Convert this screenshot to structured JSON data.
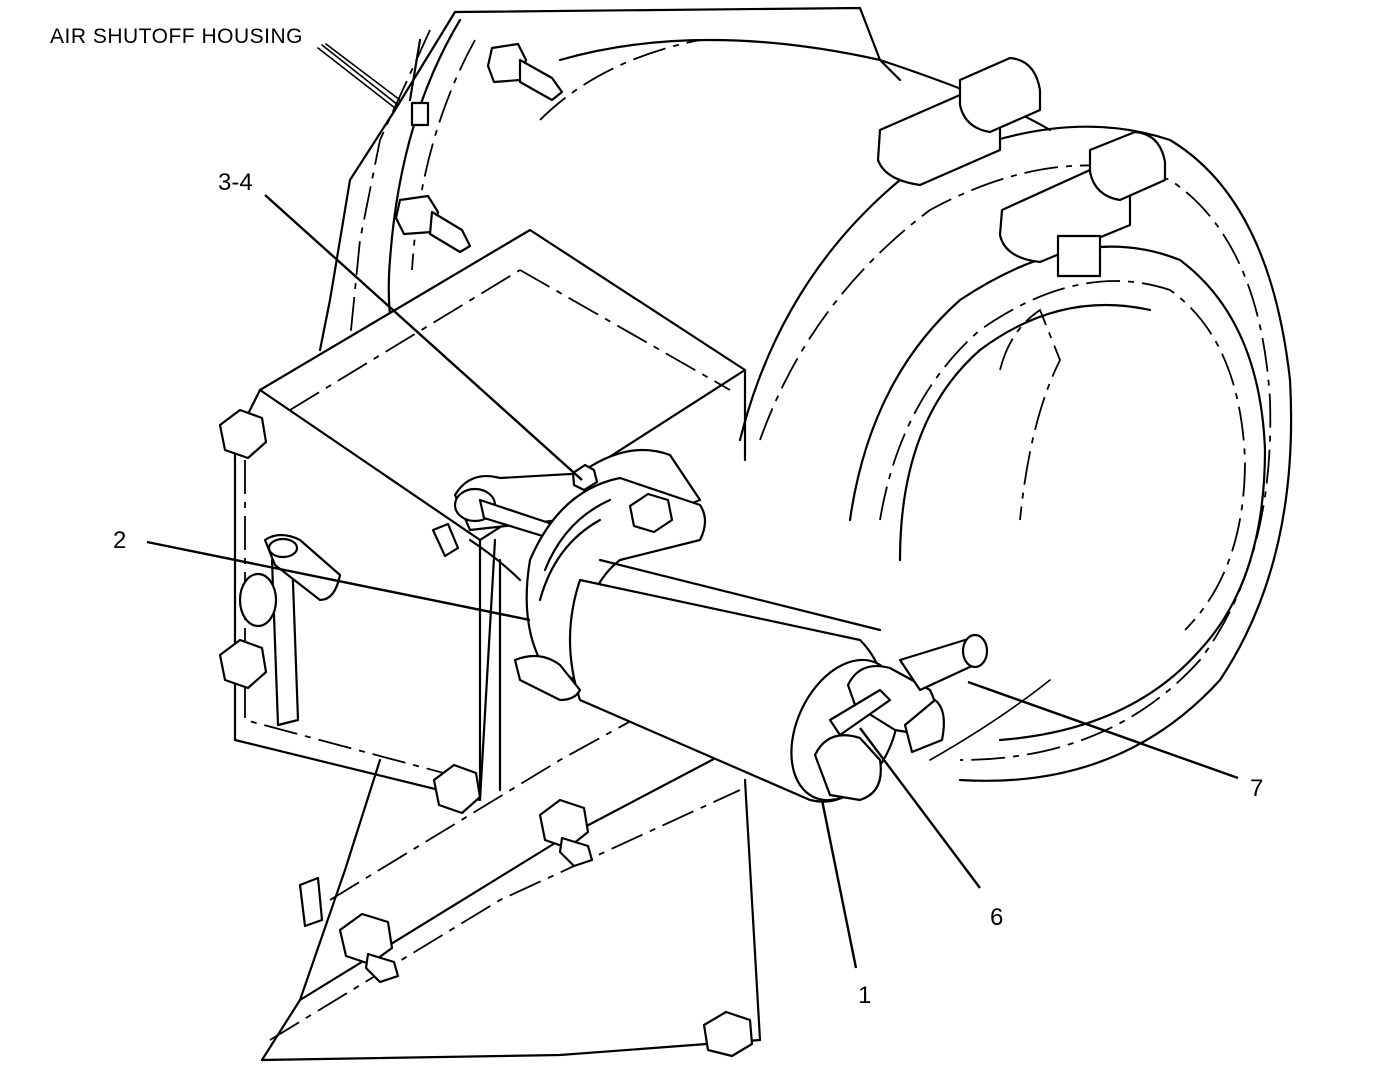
{
  "labels": {
    "housing": "AIR SHUTOFF HOUSING",
    "c34": "3-4",
    "c2": "2",
    "c7": "7",
    "c6": "6",
    "c1": "1"
  },
  "colors": {
    "line": "#000000",
    "background": "#ffffff"
  }
}
